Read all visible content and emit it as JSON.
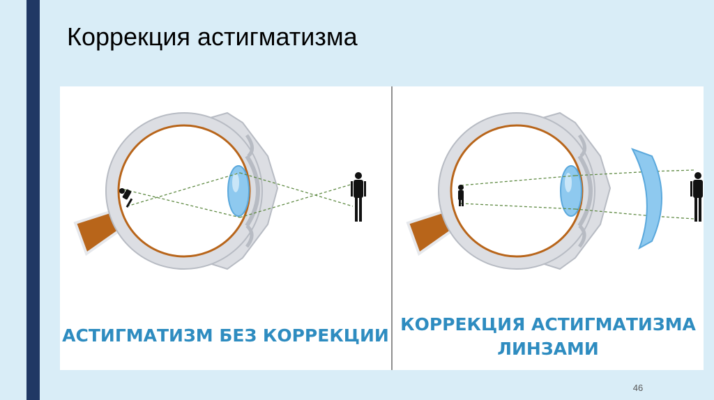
{
  "slide": {
    "title": "Коррекция астигматизма",
    "page_number": "46"
  },
  "panels": [
    {
      "caption_lines": [
        "АСТИГМАТИЗМ БЕЗ КОРРЕКЦИИ"
      ],
      "has_corrective_lens": false
    },
    {
      "caption_lines": [
        "КОРРЕКЦИЯ АСТИГМАТИЗМА",
        "ЛИНЗАМИ"
      ],
      "has_corrective_lens": true
    }
  ],
  "colors": {
    "background": "#d9edf7",
    "accent_bar": "#203864",
    "caption": "#2e8cc0",
    "retina": "#b8651a",
    "sclera": "#dcdee3",
    "lens": "#8ec9ef",
    "rays": "#5f8a43"
  }
}
